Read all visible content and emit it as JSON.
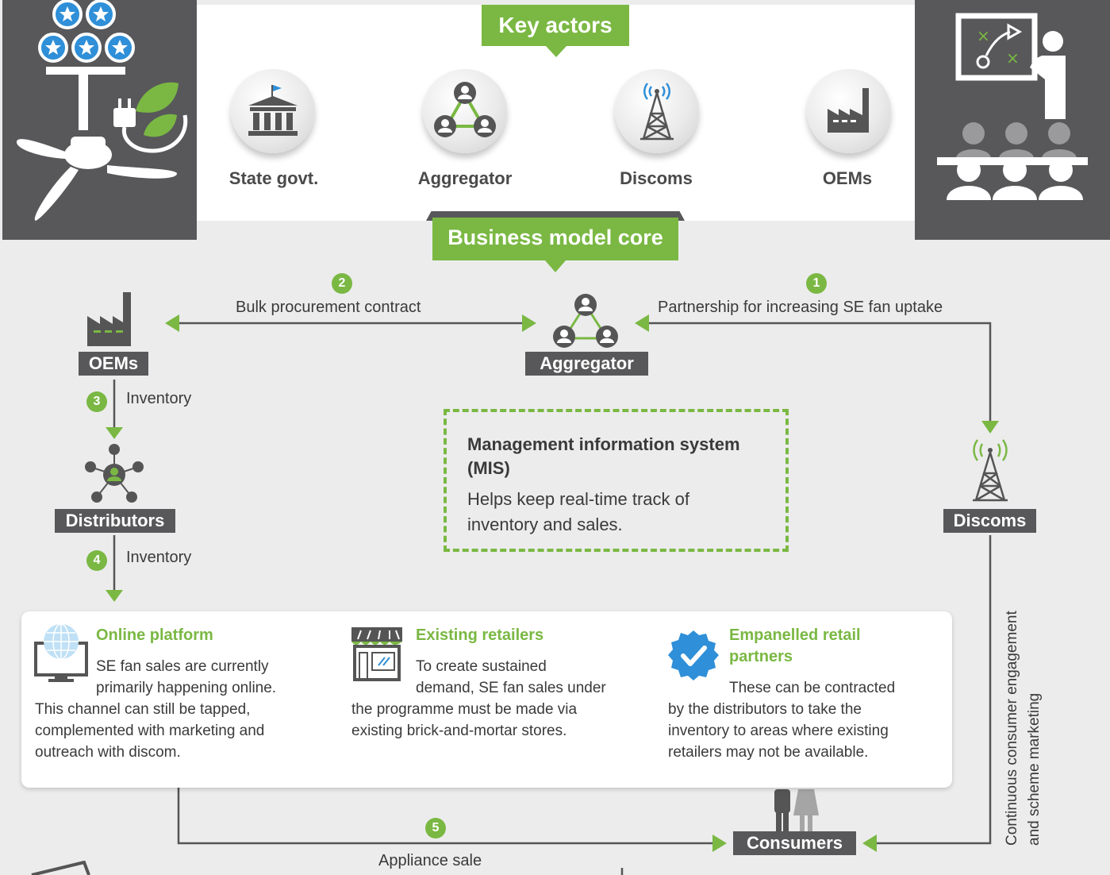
{
  "key_actors": {
    "title": "Key actors",
    "actors": [
      {
        "label": "State govt.",
        "icon": "government-building-icon"
      },
      {
        "label": "Aggregator",
        "icon": "network-people-icon"
      },
      {
        "label": "Discoms",
        "icon": "transmission-tower-icon"
      },
      {
        "label": "OEMs",
        "icon": "factory-icon"
      }
    ]
  },
  "core": {
    "title": "Business model core",
    "step1": {
      "num": "1",
      "text": "Partnership for increasing SE fan uptake"
    },
    "step2": {
      "num": "2",
      "text": "Bulk procurement contract"
    },
    "step3": {
      "num": "3",
      "text": "Inventory"
    },
    "step4": {
      "num": "4",
      "text": "Inventory"
    },
    "step5": {
      "num": "5",
      "text": "Appliance sale"
    },
    "nodes": {
      "oems": "OEMs",
      "aggregator": "Aggregator",
      "distributors": "Distributors",
      "discoms": "Discoms",
      "consumers": "Consumers"
    },
    "vertical_text": {
      "line1": "Continuous consumer engagement",
      "line2": "and scheme marketing"
    }
  },
  "mis": {
    "title_line1": "Management information system",
    "title_line2": "(MIS)",
    "desc_line1": "Helps keep real-time track of",
    "desc_line2": "inventory and sales."
  },
  "channels": {
    "online": {
      "title": "Online platform",
      "lines": [
        "SE fan sales are currently",
        "primarily happening online.",
        "This channel can still be tapped,",
        "complemented with marketing and",
        "outreach with discom."
      ]
    },
    "retailers": {
      "title": "Existing retailers",
      "lines": [
        "To create sustained",
        "demand, SE fan sales under",
        "the programme must be made via",
        "existing brick-and-mortar stores."
      ]
    },
    "empanelled": {
      "title_line1": "Empanelled retail",
      "title_line2": "partners",
      "lines": [
        "These can be contracted",
        "by the distributors to take the",
        "inventory to areas where existing",
        "retailers may not be available."
      ]
    }
  },
  "colors": {
    "green": "#7ab843",
    "dark": "#58585a",
    "background": "#ececec",
    "star_blue": "#2f8fd8"
  }
}
